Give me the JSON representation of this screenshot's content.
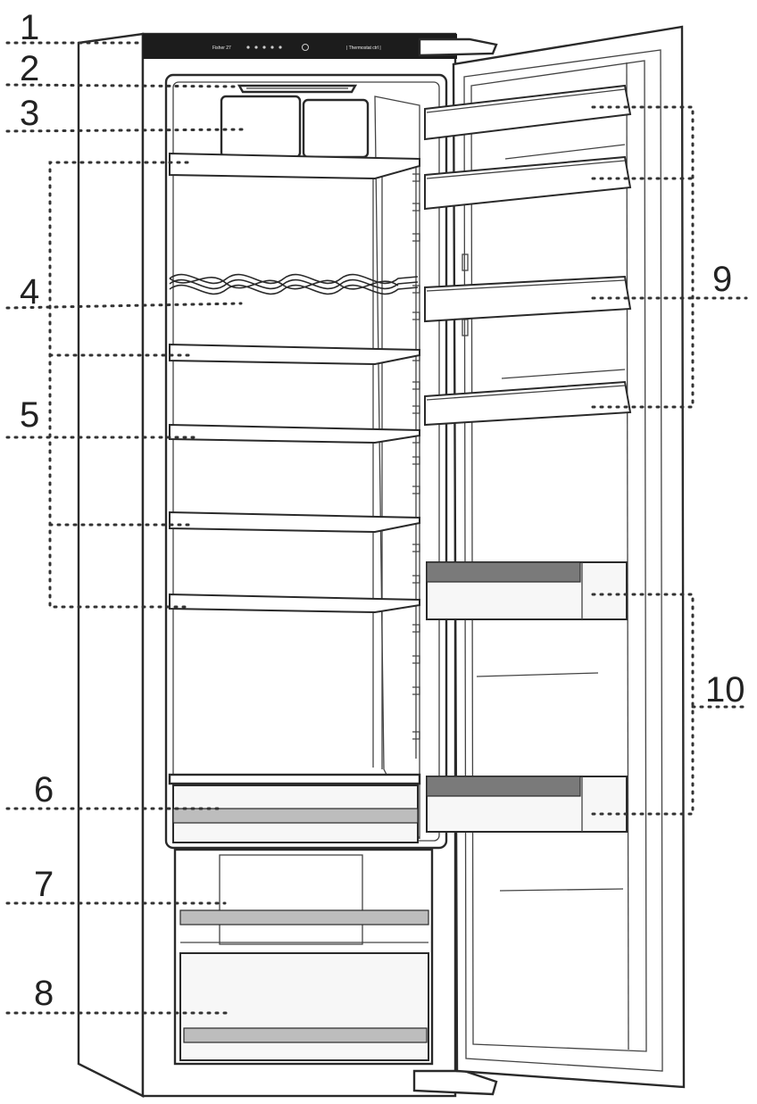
{
  "appliance": {
    "panel_brand": "Fisher 27",
    "panel_mode": "| Thermostat ctrl |"
  },
  "callouts": [
    {
      "id": "1",
      "label": "1"
    },
    {
      "id": "2",
      "label": "2"
    },
    {
      "id": "3",
      "label": "3"
    },
    {
      "id": "4",
      "label": "4"
    },
    {
      "id": "5",
      "label": "5"
    },
    {
      "id": "6",
      "label": "6"
    },
    {
      "id": "7",
      "label": "7"
    },
    {
      "id": "8",
      "label": "8"
    },
    {
      "id": "9",
      "label": "9"
    },
    {
      "id": "10",
      "label": "10"
    }
  ],
  "colors": {
    "line": "#2a2a2a",
    "panel": "#1c1c1c",
    "bin_stripe": "#7a7a7a",
    "drawer_stripe": "#bdbdbd"
  }
}
